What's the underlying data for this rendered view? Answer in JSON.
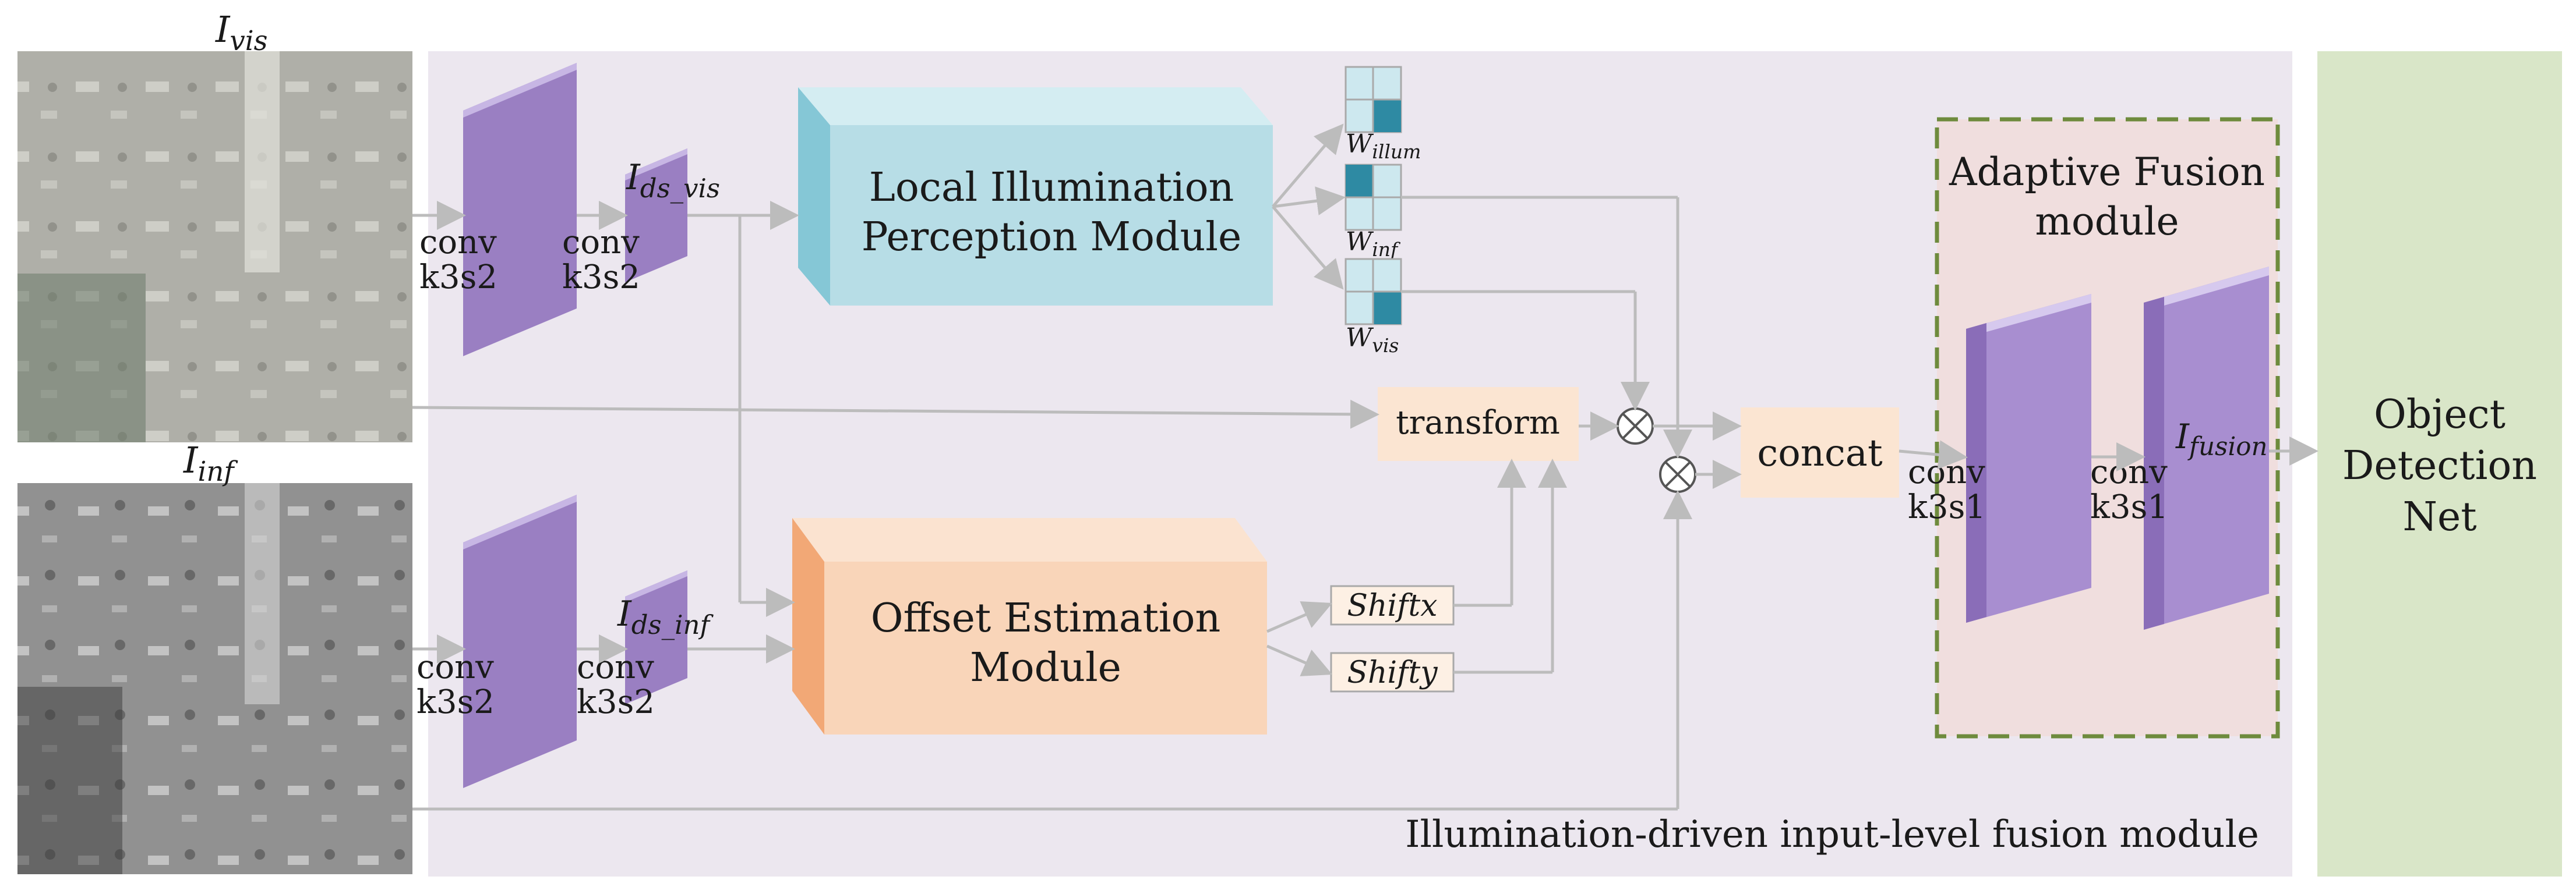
{
  "images": {
    "vis_label": "I",
    "vis_sub": "vis",
    "inf_label": "I",
    "inf_sub": "inf"
  },
  "conv": {
    "vis_1": [
      "conv",
      "k3s2"
    ],
    "vis_2": [
      "conv",
      "k3s2"
    ],
    "inf_1": [
      "conv",
      "k3s2"
    ],
    "inf_2": [
      "conv",
      "k3s2"
    ],
    "fuse_1": [
      "conv",
      "k3s1"
    ],
    "fuse_2": [
      "conv",
      "k3s1"
    ]
  },
  "features": {
    "ds_vis_label": "I",
    "ds_vis_sub": "ds_vis",
    "ds_inf_label": "I",
    "ds_inf_sub": "ds_inf",
    "fusion_label": "I",
    "fusion_sub": "fusion"
  },
  "modules": {
    "lipm": [
      "Local Illumination",
      "Perception Module"
    ],
    "oem": [
      "Offset Estimation",
      "Module"
    ],
    "afm": [
      "Adaptive Fusion",
      "module"
    ],
    "odn": [
      "Object",
      "Detection",
      "Net"
    ],
    "transform": "transform",
    "concat": "concat",
    "shiftx": "Shiftx",
    "shifty": "Shifty",
    "container_caption": "Illumination-driven input-level fusion module"
  },
  "weights": {
    "illum_label": "W",
    "illum_sub": "illum",
    "inf_label": "W",
    "inf_sub": "inf",
    "vis_label": "W",
    "vis_sub": "vis"
  },
  "symbols": {
    "multiply": "⊗"
  },
  "colors": {
    "container_bg": "#ece7ef",
    "conv_purple": "#9a7fc2",
    "lipm_blue": "#b7dde6",
    "oem_peach": "#f9d5b9",
    "afm_pink": "#f0dede",
    "afm_border": "#6e8b3d",
    "odn_green": "#d9e6c8",
    "box_peach": "#fbe5d2"
  }
}
